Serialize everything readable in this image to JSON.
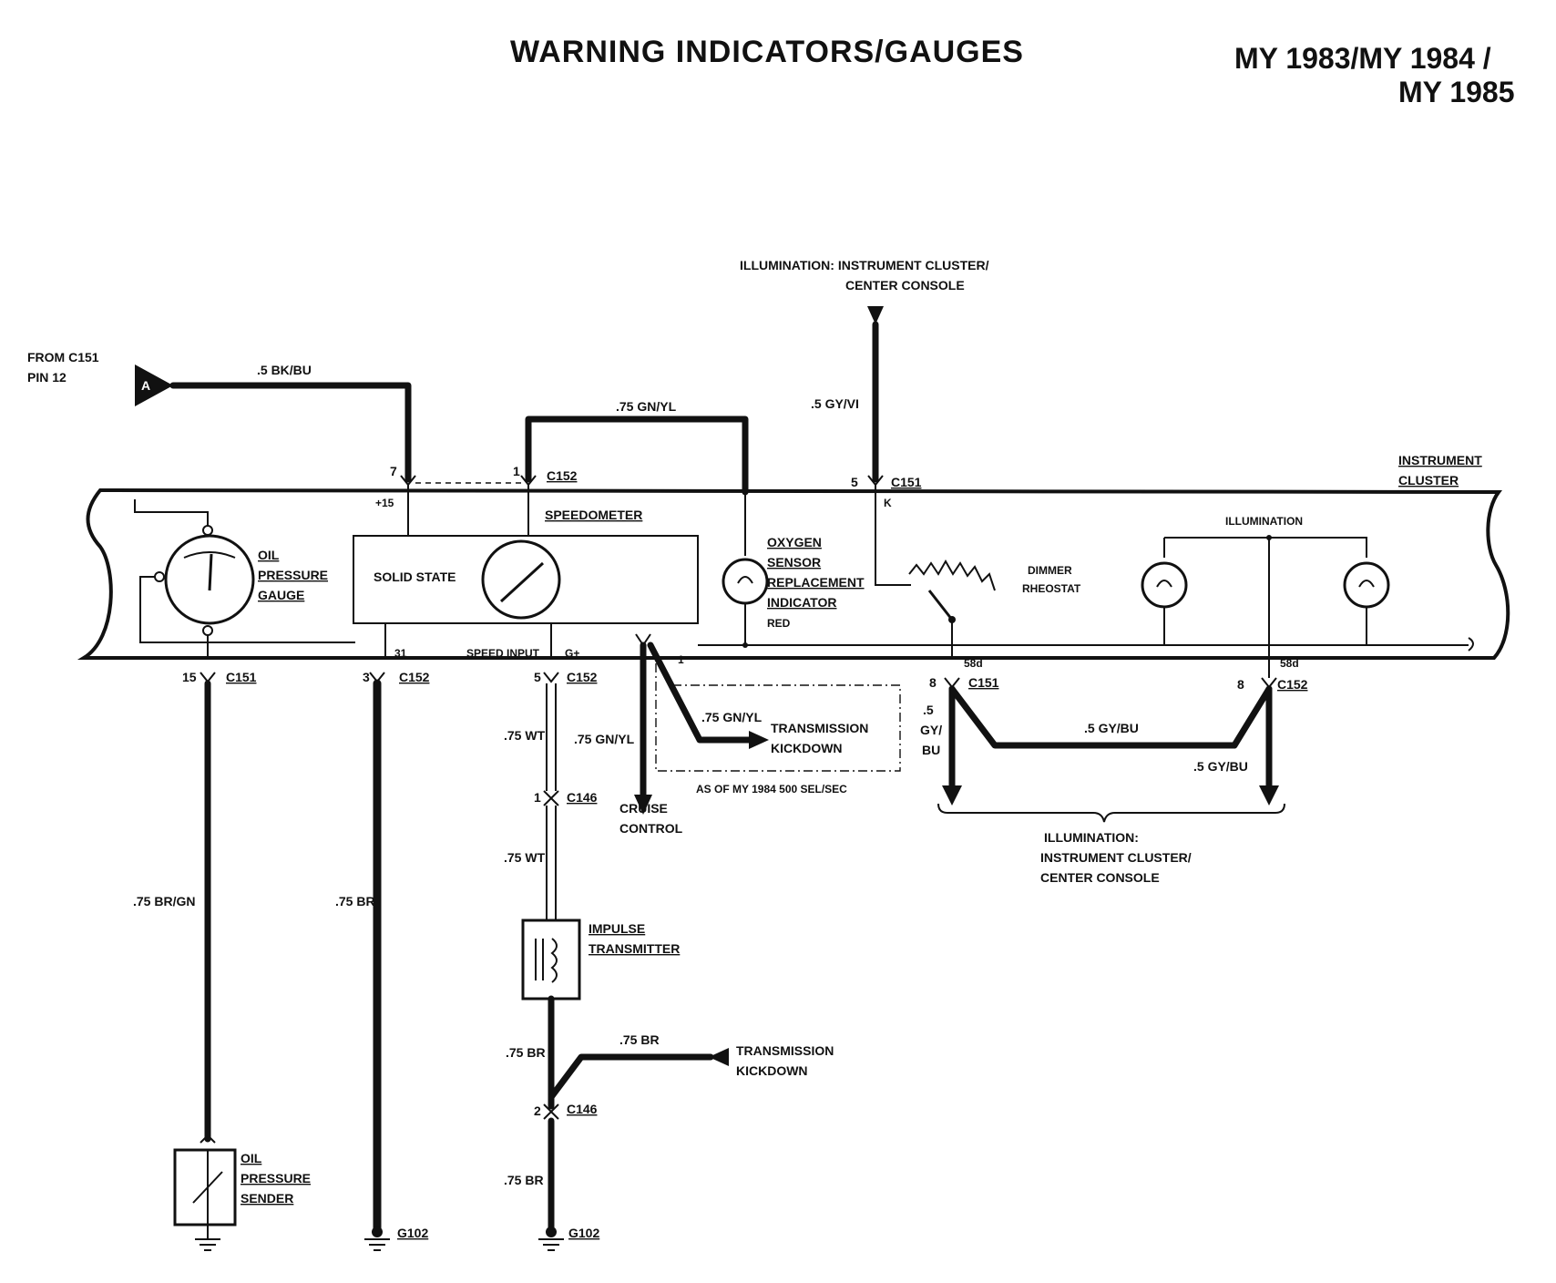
{
  "header": {
    "title": "WARNING INDICATORS/GAUGES",
    "model_years_line1": "MY 1983/MY 1984 /",
    "model_years_line2": "MY 1985"
  },
  "top": {
    "illum_line1": "ILLUMINATION: INSTRUMENT CLUSTER/",
    "illum_line2": "CENTER CONSOLE",
    "wire_gyvi": ".5 GY/VI",
    "c151_pin": "5",
    "c151": "C151",
    "k_label": "K"
  },
  "from": {
    "line1": "FROM C151",
    "line2": "PIN 12",
    "connector_letter": "A",
    "wire": ".5 BK/BU"
  },
  "cluster": {
    "label_line1": "INSTRUMENT",
    "label_line2": "CLUSTER",
    "pin7": "7",
    "plus15": "+15",
    "pin1": "1",
    "c152_top": "C152",
    "wire_gnyl_top": ".75 GN/YL",
    "speedometer": "SPEEDOMETER",
    "solid_state": "SOLID STATE",
    "oil_gauge_1": "OIL",
    "oil_gauge_2": "PRESSURE",
    "oil_gauge_3": "GAUGE",
    "oxy_1": "OXYGEN",
    "oxy_2": "SENSOR",
    "oxy_3": "REPLACEMENT",
    "oxy_4": "INDICATOR",
    "oxy_color": "RED",
    "dimmer_1": "DIMMER",
    "dimmer_2": "RHEOSTAT",
    "illumination": "ILLUMINATION",
    "pin31": "31",
    "speed_input": "SPEED INPUT",
    "g_plus": "G+",
    "pin58d_a": "58d",
    "pin58d_b": "58d",
    "marker_1": "1"
  },
  "bottom": {
    "p15": "15",
    "c151_a": "C151",
    "p3": "3",
    "c152_a": "C152",
    "p5": "5",
    "c152_b": "C152",
    "p8_a": "8",
    "c151_b": "C151",
    "p8_b": "8",
    "c152_c": "C152",
    "wire_brgn": ".75 BR/GN",
    "wire_br_a": ".75 BR",
    "wire_wt_a": ".75 WT",
    "wire_gnyl_b": ".75 GN/YL",
    "wire_gnyl_c": ".75 GN/YL",
    "trans_kick_1_a": "TRANSMISSION",
    "trans_kick_1_b": "KICKDOWN",
    "as_of": "AS OF MY 1984 500 SEL/SEC",
    "cruise_1": "CRUISE",
    "cruise_2": "CONTROL",
    "c146_pin1": "1",
    "c146_a": "C146",
    "wire_wt_b": ".75 WT",
    "impulse_1": "IMPULSE",
    "impulse_2": "TRANSMITTER",
    "wire_br_b": ".75 BR",
    "wire_br_c": ".75 BR",
    "trans_kick_2_a": "TRANSMISSION",
    "trans_kick_2_b": "KICKDOWN",
    "c146_pin2": "2",
    "c146_b": "C146",
    "wire_br_d": ".75 BR",
    "g102_a": "G102",
    "g102_b": "G102",
    "oil_sender_1": "OIL",
    "oil_sender_2": "PRESSURE",
    "oil_sender_3": "SENDER",
    "wire_gybu_left_1": ".5",
    "wire_gybu_left_2": "GY/",
    "wire_gybu_left_3": "BU",
    "wire_gybu_mid": ".5 GY/BU",
    "wire_gybu_right": ".5 GY/BU",
    "illum_b_1": "ILLUMINATION:",
    "illum_b_2": "INSTRUMENT CLUSTER/",
    "illum_b_3": "CENTER CONSOLE"
  }
}
